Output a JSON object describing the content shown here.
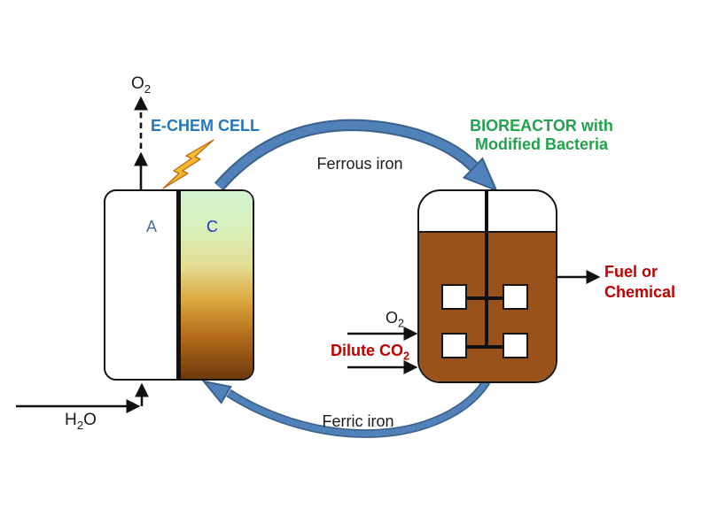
{
  "echem_cell": {
    "title": "E-CHEM CELL",
    "title_color": "#2377BE",
    "anode_label": "A",
    "anode_color": "#41719C",
    "cathode_label": "C",
    "cathode_color": "#2233CC",
    "o2_output": {
      "base": "O",
      "sub": "2"
    },
    "h2o_input": {
      "prefix": "H",
      "sub": "2",
      "suffix": "O"
    }
  },
  "bioreactor": {
    "title_line1": "BIOREACTOR with",
    "title_line2": "Modified Bacteria",
    "title_color": "#23A24D",
    "vessel_color": "#99521B",
    "o2_input": {
      "base": "O",
      "sub": "2"
    },
    "dilute_co2_input": {
      "base": "Dilute CO",
      "sub": "2"
    },
    "dilute_co2_color": "#C00000",
    "output_line1": "Fuel or",
    "output_line2": "Chemical",
    "output_color": "#C00000"
  },
  "cycle": {
    "forward_label": "Ferrous iron",
    "return_label": "Ferric iron",
    "arrow_fill": "#5081B8",
    "arrow_outline": "#3A618C"
  },
  "icons": {
    "lightning_icon": "electric-power-lightning-bolt"
  }
}
